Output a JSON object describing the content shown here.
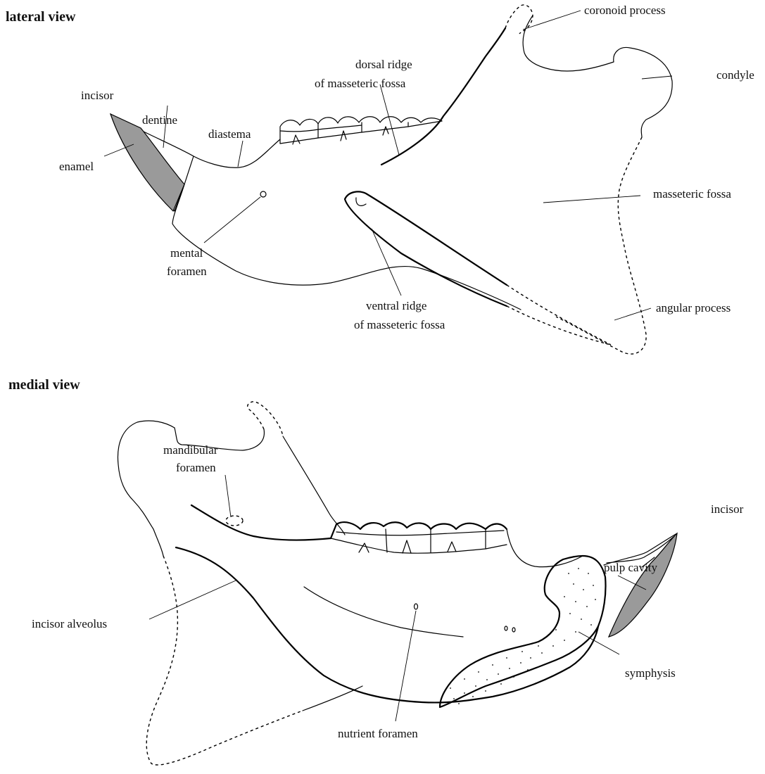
{
  "lateral": {
    "title": "lateral view",
    "labels": {
      "coronoid_process": "coronoid process",
      "condyle": "condyle",
      "dorsal_ridge_l1": "dorsal ridge",
      "dorsal_ridge_l2": "of masseteric fossa",
      "incisor": "incisor",
      "dentine": "dentine",
      "diastema": "diastema",
      "enamel": "enamel",
      "masseteric_fossa": "masseteric fossa",
      "mental_foramen_l1": "mental",
      "mental_foramen_l2": "foramen",
      "ventral_ridge_l1": "ventral ridge",
      "ventral_ridge_l2": "of masseteric fossa",
      "angular_process": "angular process"
    }
  },
  "medial": {
    "title": "medial view",
    "labels": {
      "mandibular_foramen_l1": "mandibular",
      "mandibular_foramen_l2": "foramen",
      "incisor": "incisor",
      "pulp_cavity": "pulp cavity",
      "incisor_alveolus": "incisor alveolus",
      "symphysis": "symphysis",
      "nutrient_foramen": "nutrient foramen"
    }
  }
}
